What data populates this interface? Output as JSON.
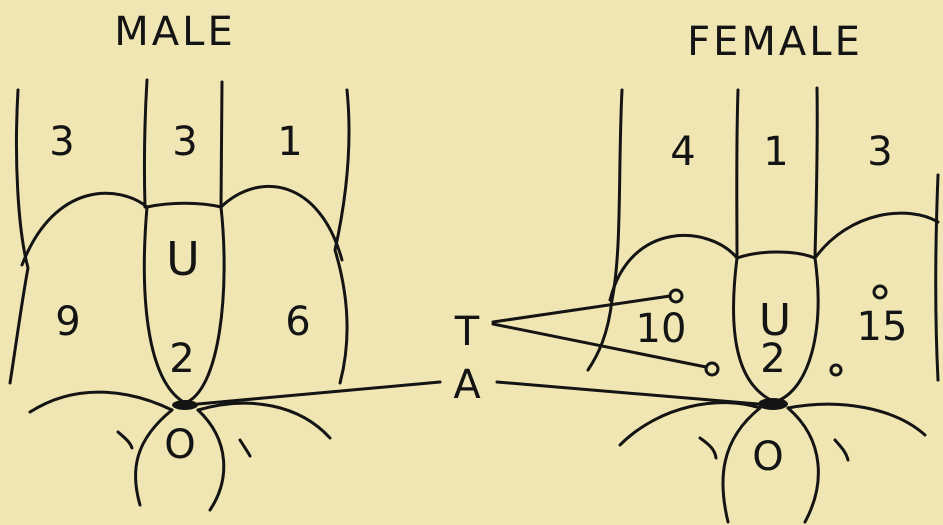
{
  "titles": {
    "male": "MALE",
    "female": "FEMALE"
  },
  "male": {
    "top_left": "3",
    "top_center": "3",
    "top_right": "1",
    "center_mark": "U",
    "lower_left": "9",
    "lower_center": "2",
    "lower_right": "6",
    "base": "O"
  },
  "female": {
    "top_left": "4",
    "top_center": "1",
    "top_right": "3",
    "center_mark": "U",
    "lower_left": "10",
    "lower_center": "2",
    "lower_right": "15",
    "base": "O"
  },
  "pointers": {
    "t": "T",
    "a": "A"
  },
  "colors": {
    "background": "#efe6b3",
    "ink": "#141414"
  }
}
